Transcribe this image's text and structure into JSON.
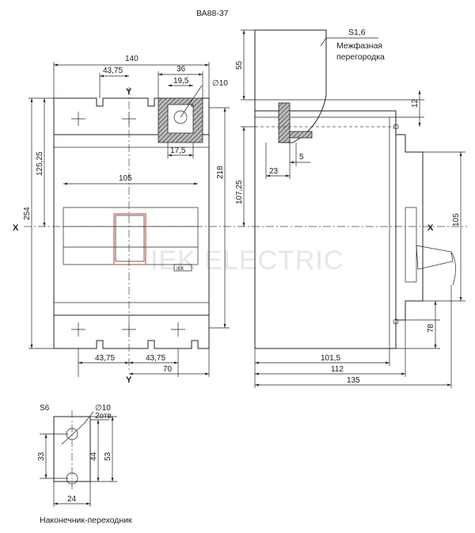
{
  "title": "ВА88-37",
  "watermark": "IEK ELECTRIC",
  "front_view": {
    "dims": {
      "width_total": "140",
      "offset_center": "43,75",
      "terminal_width": "36",
      "terminal_inner": "19,5",
      "hole_dia": "∅10",
      "terminal_slot": "17,5",
      "handle_width": "105",
      "height_half": "125,25",
      "height_total": "254",
      "height_inner": "218",
      "bottom_left": "43,75",
      "bottom_right": "43,75",
      "bottom_half": "70"
    },
    "axis_y_top": "Y",
    "axis_y_bottom": "Y",
    "axis_x_left": "X",
    "label_small": "IEK"
  },
  "side_view": {
    "partition_label_1": "S1,6",
    "partition_label_2": "Межфазная",
    "partition_label_3": "перегородка",
    "dims": {
      "partition_height": "55",
      "depth_terminal": "107,25",
      "terminal_23": "23",
      "terminal_5": "5",
      "top_12": "12",
      "right_105": "105",
      "bottom_78": "78",
      "depth_101_5": "101,5",
      "depth_112": "112",
      "depth_135": "135"
    },
    "axis_x_right": "X"
  },
  "lug": {
    "title": "Наконечник-переходник",
    "thickness": "S6",
    "hole_dia": "∅10",
    "hole_count": "2отв.",
    "dim_33": "33",
    "dim_44": "44",
    "dim_53": "53",
    "dim_24": "24"
  }
}
